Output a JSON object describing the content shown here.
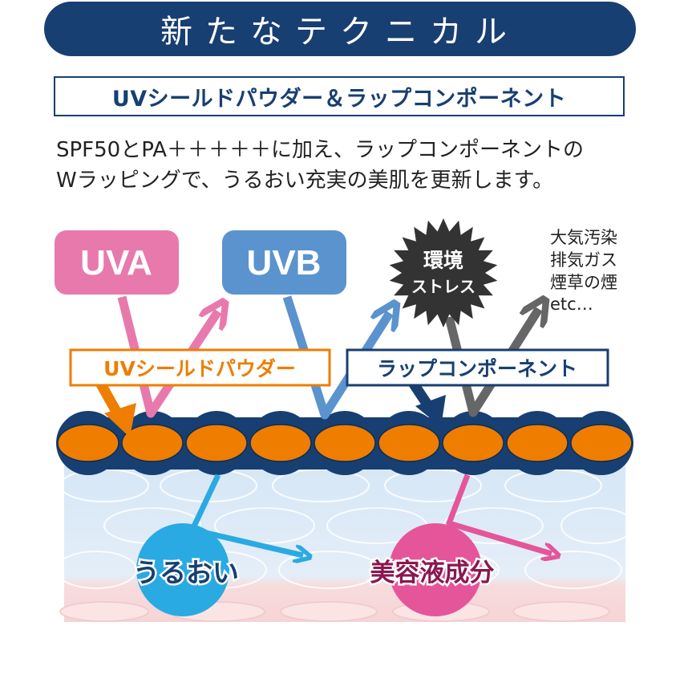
{
  "header": {
    "title": "新たなテクニカル"
  },
  "subtitle": "UVシールドパウダー＆ラップコンポーネント",
  "description": {
    "line1": "SPF50とPA＋＋＋＋＋に加え、ラップコンポーネントの",
    "line2": "Wラッピングで、うるおい充実の美肌を更新します。"
  },
  "labels": {
    "uva": "UVA",
    "uvb": "UVB",
    "env_stress_1": "環境",
    "env_stress_2": "ストレス",
    "pollution": [
      "大気汚染",
      "排気ガス",
      "煙草の煙",
      "etc…"
    ],
    "uv_shield": "UVシールドパウダー",
    "wrap_component": "ラップコンポーネント",
    "moisture": "うるおい",
    "essence": "美容液成分"
  },
  "colors": {
    "navy": "#173f72",
    "orange": "#ee7d00",
    "pink_uva": "#e879ad",
    "blue_uvb": "#5b93cf",
    "gray": "#666666",
    "cyan": "#2aaae2",
    "magenta": "#e5559a"
  }
}
